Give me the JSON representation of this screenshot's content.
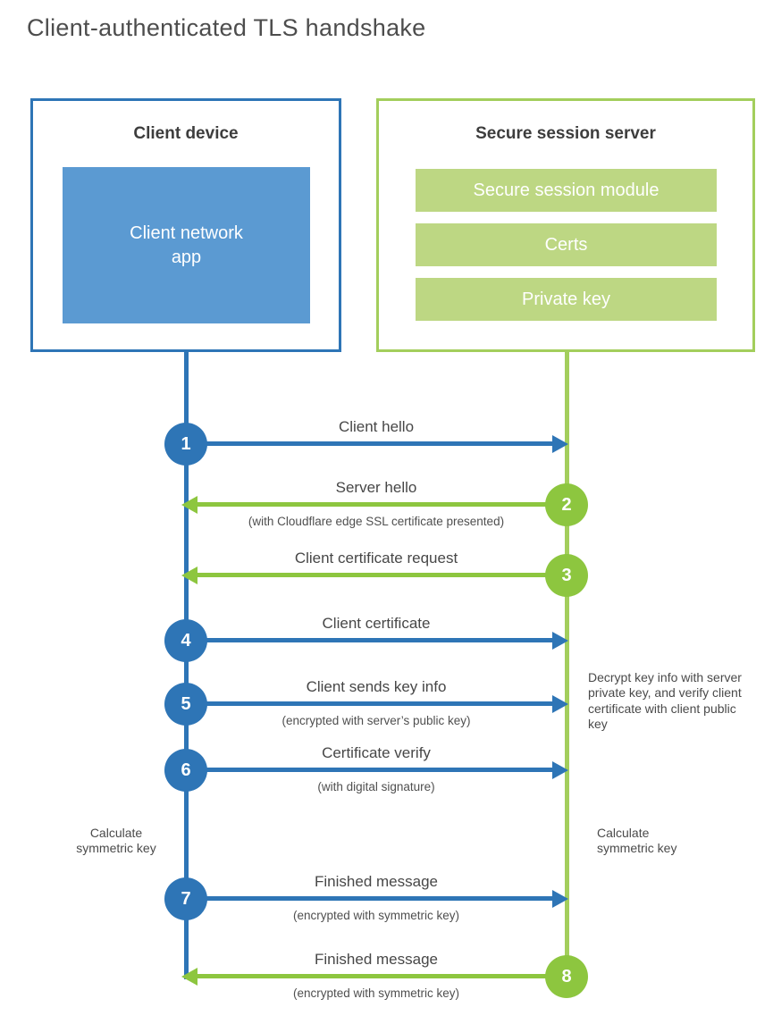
{
  "title": "Client-authenticated TLS handshake",
  "colors": {
    "blue": "#2E75B6",
    "blue_fill": "#5B9AD2",
    "green_strong": "#8DC63F",
    "green_light": "#A3CE5C",
    "green_fill": "#BDD783"
  },
  "client_box": {
    "title": "Client device",
    "app_label": "Client network app"
  },
  "server_box": {
    "title": "Secure session server",
    "modules": [
      "Secure session module",
      "Certs",
      "Private key"
    ]
  },
  "steps": [
    {
      "num": "1",
      "from": "client",
      "label": "Client hello",
      "sublabel": ""
    },
    {
      "num": "2",
      "from": "server",
      "label": "Server hello",
      "sublabel": "(with Cloudflare edge SSL certificate presented)"
    },
    {
      "num": "3",
      "from": "server",
      "label": "Client certificate request",
      "sublabel": ""
    },
    {
      "num": "4",
      "from": "client",
      "label": "Client certificate",
      "sublabel": ""
    },
    {
      "num": "5",
      "from": "client",
      "label": "Client sends key info",
      "sublabel": "(encrypted with server’s public key)"
    },
    {
      "num": "6",
      "from": "client",
      "label": "Certificate verify",
      "sublabel": "(with digital signature)"
    },
    {
      "num": "7",
      "from": "client",
      "label": "Finished message",
      "sublabel": "(encrypted with symmetric key)"
    },
    {
      "num": "8",
      "from": "server",
      "label": "Finished message",
      "sublabel": "(encrypted with symmetric key)"
    }
  ],
  "annotations": {
    "decrypt_note": "Decrypt key info with server private key, and verify client certificate with client public key",
    "calculate_left": "Calculate symmetric key",
    "calculate_right": "Calculate symmetric key"
  }
}
